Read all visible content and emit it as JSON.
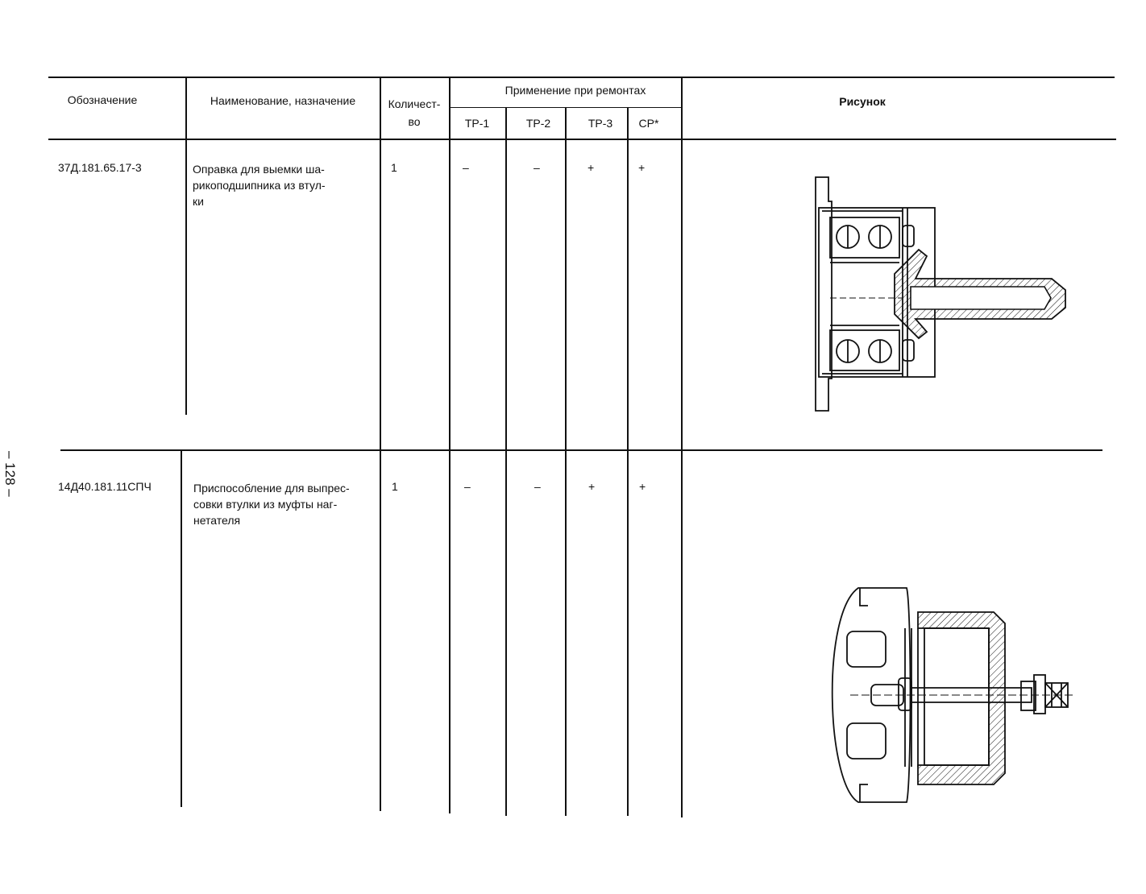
{
  "page": {
    "number": "– 128 –"
  },
  "table": {
    "headers": {
      "designation": "Обозначение",
      "name": "Наименование, назначение",
      "quantity": "Количест-\nво",
      "repair_application": "Применение при ремонтах",
      "tr1": "ТР-1",
      "tr2": "ТР-2",
      "tr3": "ТР-3",
      "sr": "СР*",
      "figure": "Рисунок"
    },
    "rows": [
      {
        "designation": "37Д.181.65.17-3",
        "name": "Оправка для выемки ша-\nрикоподшипника из втул-\nки",
        "quantity": "1",
        "tr1": "–",
        "tr2": "–",
        "tr3": "+",
        "sr": "+"
      },
      {
        "designation": "14Д40.181.11СПЧ",
        "name": "Приспособление для выпрес-\nсовки втулки из муфты наг-\nнетателя",
        "quantity": "1",
        "tr1": "–",
        "tr2": "–",
        "tr3": "+",
        "sr": "+"
      }
    ]
  }
}
